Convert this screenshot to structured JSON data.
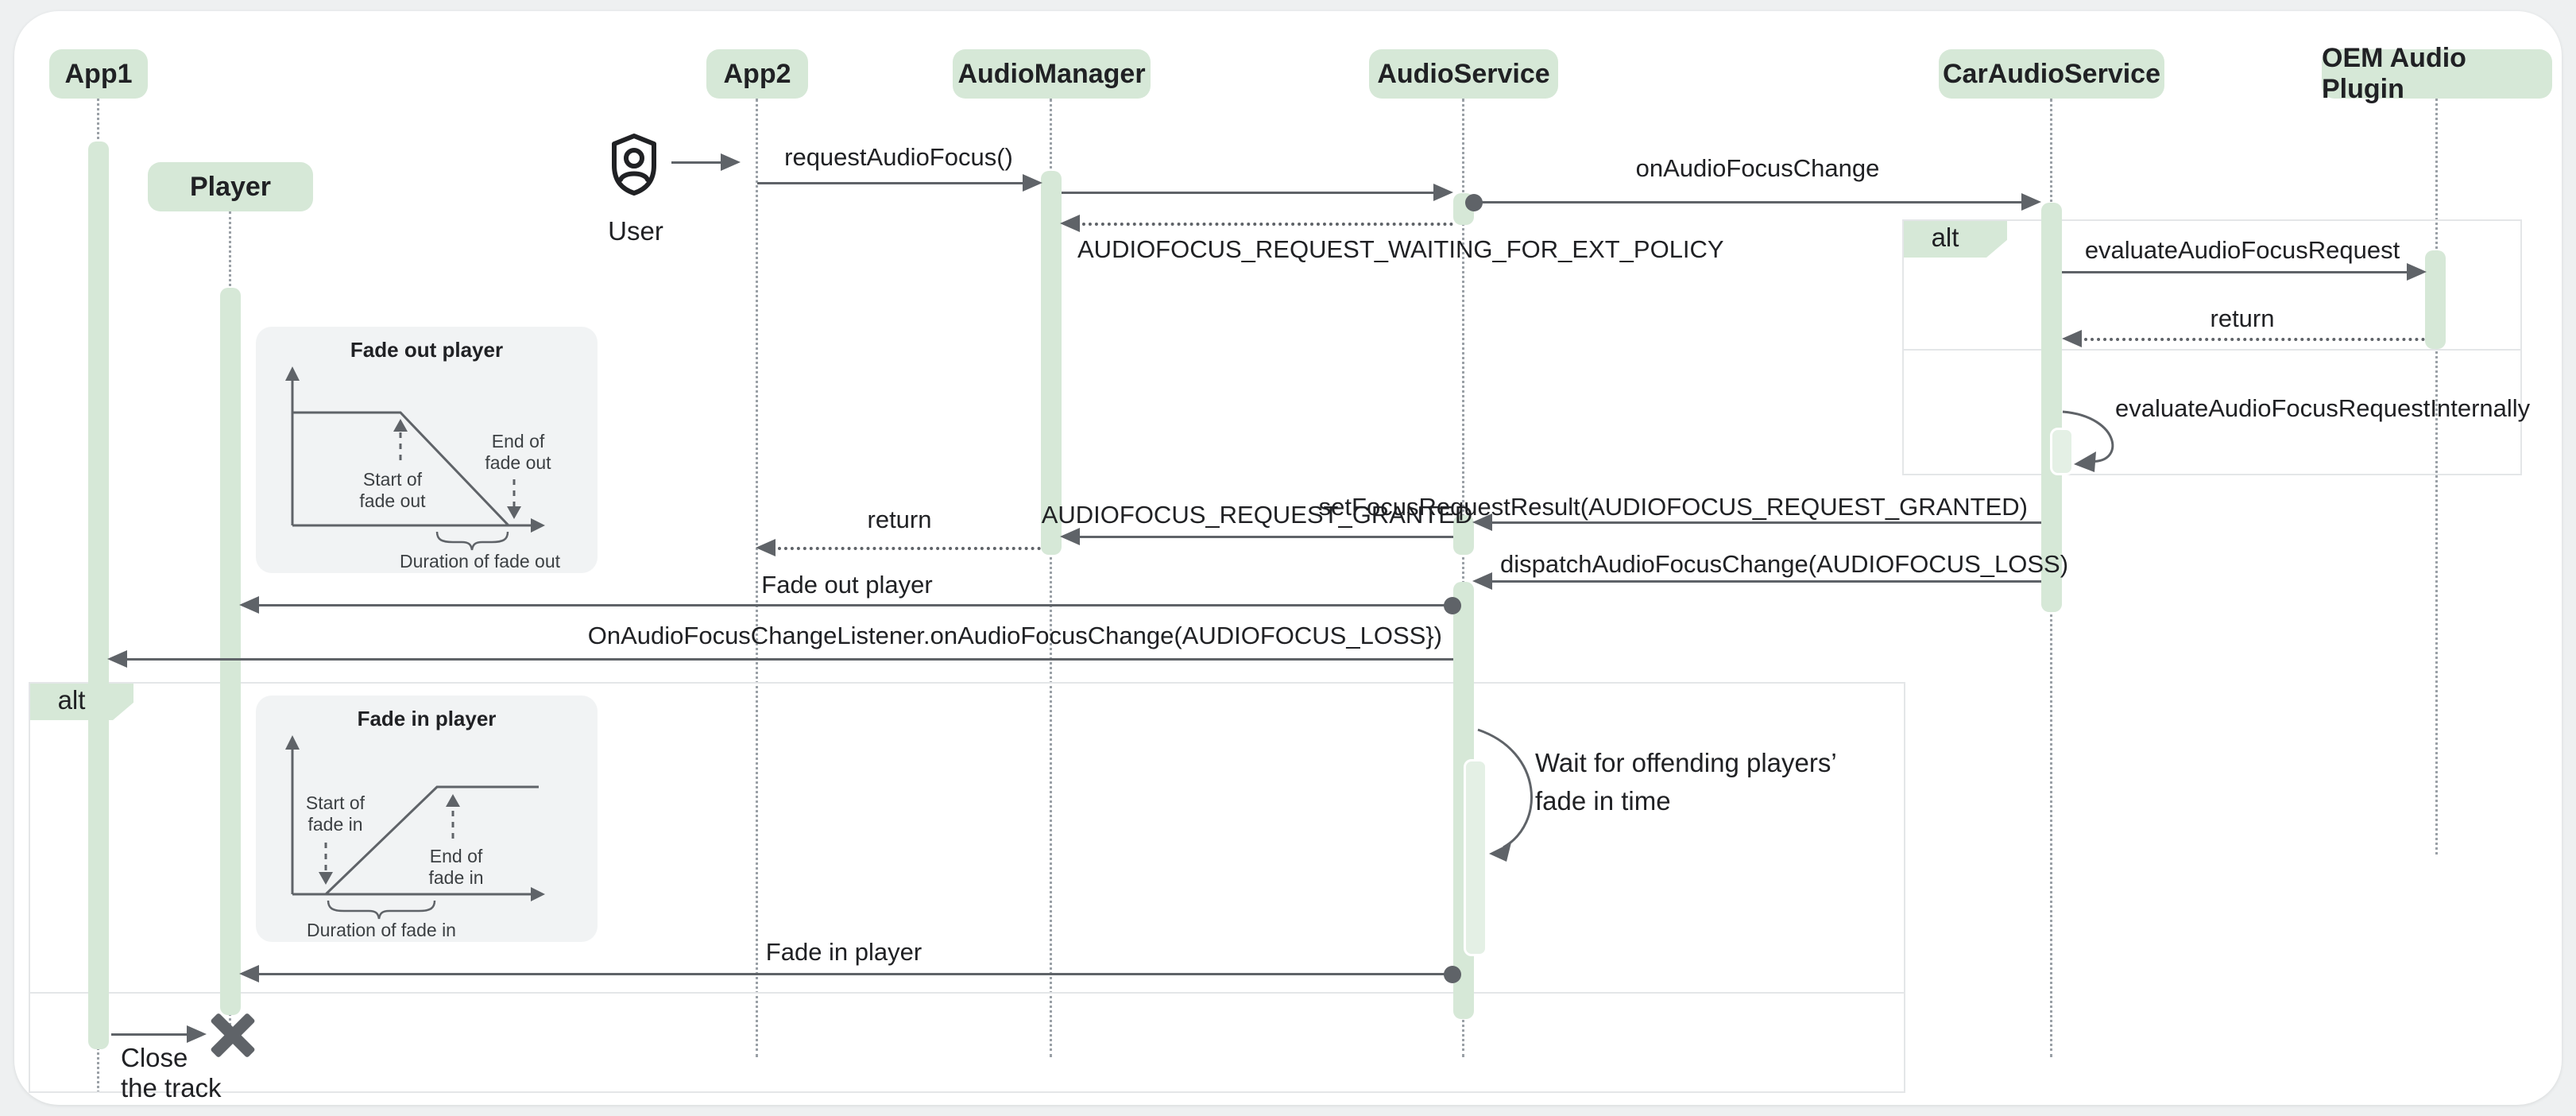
{
  "participants": [
    {
      "id": "app1",
      "label": "App1"
    },
    {
      "id": "player",
      "label": "Player"
    },
    {
      "id": "app2",
      "label": "App2"
    },
    {
      "id": "audio_manager",
      "label": "AudioManager"
    },
    {
      "id": "audio_service",
      "label": "AudioService"
    },
    {
      "id": "car_audio_service",
      "label": "CarAudioService"
    },
    {
      "id": "oem_audio_plugin",
      "label": "OEM Audio Plugin"
    }
  ],
  "actor": {
    "label": "User"
  },
  "fragments": {
    "alt1": {
      "label": "alt"
    },
    "alt2": {
      "label": "alt"
    }
  },
  "messages": {
    "request_audio_focus": "requestAudioFocus()",
    "on_audio_focus_change": "onAudioFocusChange",
    "waiting_for_ext_policy": "AUDIOFOCUS_REQUEST_WAITING_FOR_EXT_POLICY",
    "evaluate_audio_focus_request": "evaluateAudioFocusRequest",
    "return_evaluate": "return",
    "evaluate_internally": "evaluateAudioFocusRequestInternally",
    "set_focus_request_result": "setFocusRequestResult(AUDIOFOCUS_REQUEST_GRANTED)",
    "request_granted": "AUDIOFOCUS_REQUEST_GRANTED",
    "return_to_app2": "return",
    "dispatch_focus_change": "dispatchAudioFocusChange(AUDIOFOCUS_LOSS)",
    "fade_out_player": "Fade out player",
    "listener_on_change": "OnAudioFocusChangeListener.onAudioFocusChange(AUDIOFOCUS_LOSS})",
    "fade_in_player": "Fade in player"
  },
  "notes": {
    "wait_line1": "Wait for offending players’",
    "wait_line2": "fade in time",
    "close_line1": "Close",
    "close_line2": "the track"
  },
  "insets": {
    "fade_out": {
      "title": "Fade out player",
      "start_line1": "Start of",
      "start_line2": "fade out",
      "end_line1": "End of",
      "end_line2": "fade out",
      "duration": "Duration of fade out"
    },
    "fade_in": {
      "title": "Fade in player",
      "start_line1": "Start of",
      "start_line2": "fade in",
      "end_line1": "End of",
      "end_line2": "fade in",
      "duration": "Duration of fade in"
    }
  },
  "colors": {
    "accent_green": "#d6e8d7",
    "nested_green": "#e4f0e5",
    "arrow_gray": "#5f6368",
    "text_dark": "#202124",
    "note_bg": "#f1f3f4",
    "lifeline_gray": "#9aa0a6",
    "fragment_border": "#e4e6e8"
  }
}
